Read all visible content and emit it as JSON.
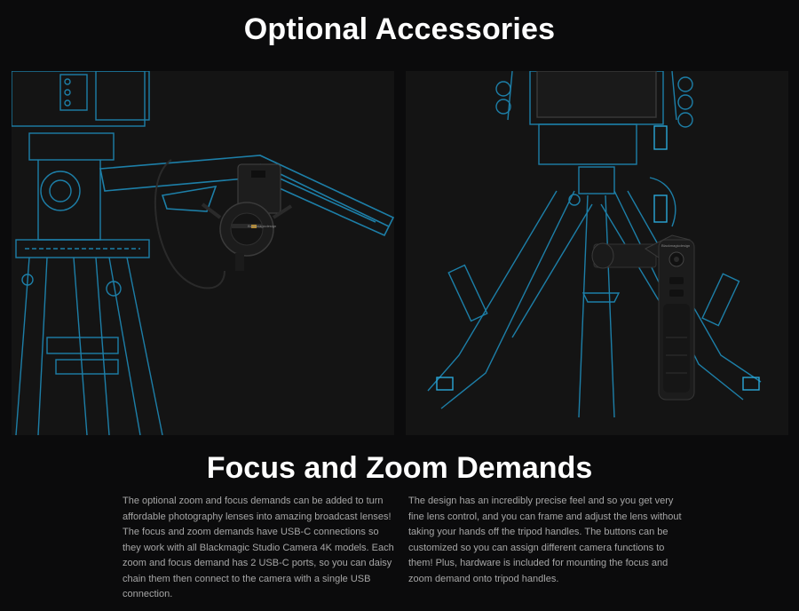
{
  "section1": {
    "title": "Optional Accessories"
  },
  "images": {
    "left": {
      "icon": "zoom-demand-on-tripod-handle",
      "brand_text": "Blackmagicdesign"
    },
    "right": {
      "icon": "focus-demand-on-tripod-handle",
      "brand_text": "Blackmagicdesign"
    }
  },
  "section2": {
    "title": "Focus and Zoom Demands",
    "paragraph_left": "The optional zoom and focus demands can be added to turn affordable photography lenses into amazing broadcast lenses! The focus and zoom demands have USB-C connections so they work with all Blackmagic Studio Camera 4K models. Each zoom and focus demand has 2 USB-C ports, so you can daisy chain them then connect to the camera with a single USB connection.",
    "paragraph_right": "The design has an incredibly precise feel and so you get very fine lens control, and you can frame and adjust the lens without taking your hands off the tripod handles. The buttons can be customized so you can assign different camera functions to them! Plus, hardware is included for mounting the focus and zoom demand onto tripod handles."
  },
  "colors": {
    "background": "#0b0b0c",
    "panel": "#141414",
    "wireframe": "#1d7fa8",
    "wireframe_bright": "#2aa7d8",
    "device": "#1c1c1c",
    "text_body": "#a6a6a6",
    "heading": "#ffffff"
  }
}
